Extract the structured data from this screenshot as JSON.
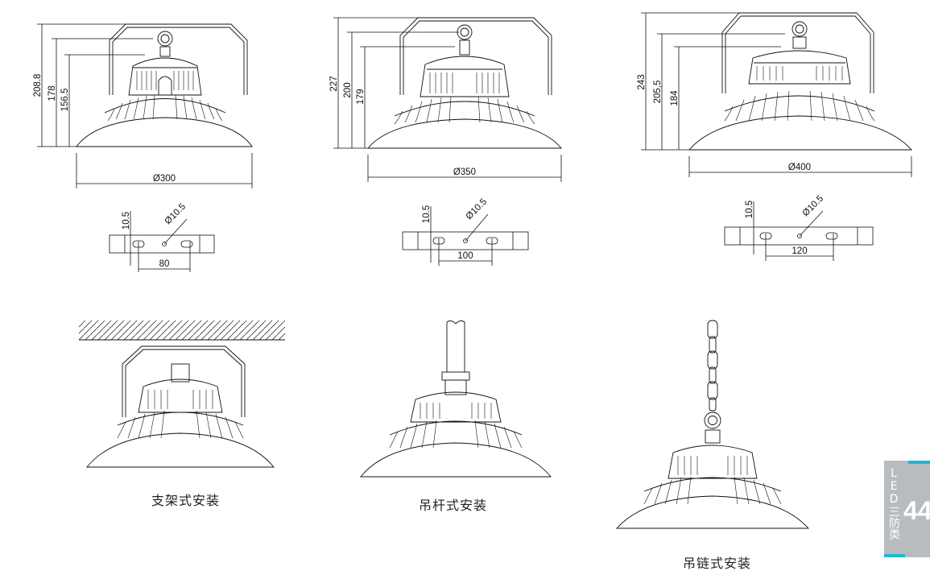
{
  "dimension_views": [
    {
      "heights": [
        "208.8",
        "178",
        "156.5"
      ],
      "diameter": "Ø300",
      "bracket": {
        "slot_height": "10.5",
        "hole": "Ø10.5",
        "spacing": "80"
      }
    },
    {
      "heights": [
        "227",
        "200",
        "179"
      ],
      "diameter": "Ø350",
      "bracket": {
        "slot_height": "10.5",
        "hole": "Ø10.5",
        "spacing": "100"
      }
    },
    {
      "heights": [
        "243",
        "205,5",
        "184"
      ],
      "diameter": "Ø400",
      "bracket": {
        "slot_height": "10.5",
        "hole": "Ø10.5",
        "spacing": "120"
      }
    }
  ],
  "installations": [
    {
      "caption": "支架式安装"
    },
    {
      "caption": "吊杆式安装"
    },
    {
      "caption": "吊链式安装"
    }
  ],
  "side_tab": {
    "label": "LED三防类",
    "page_number": "44",
    "accent_color": "#22b6cf",
    "tab_color": "#b9bcbf"
  }
}
